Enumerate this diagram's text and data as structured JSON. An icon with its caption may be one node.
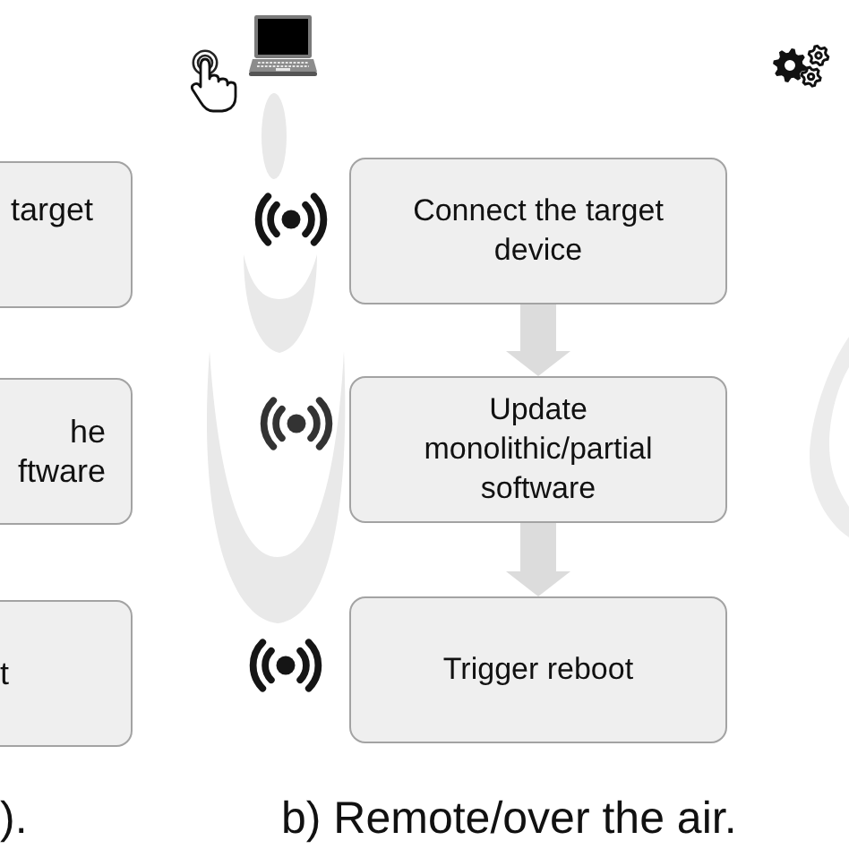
{
  "diagram": {
    "nodes": [
      {
        "text": [
          "target"
        ]
      },
      {
        "text": [
          "he ftware"
        ]
      },
      {
        "text": [
          "t"
        ]
      },
      {
        "text": [
          "Connect the target device"
        ]
      },
      {
        "text": [
          "Update monolithic/partial software"
        ]
      },
      {
        "text": [
          "Trigger reboot"
        ]
      }
    ],
    "edges": [
      {
        "from": 3,
        "to": 4,
        "arrow": "to"
      },
      {
        "from": 4,
        "to": 5,
        "arrow": "to"
      }
    ],
    "labels": [
      ").",
      "b) Remote/over the air."
    ]
  }
}
